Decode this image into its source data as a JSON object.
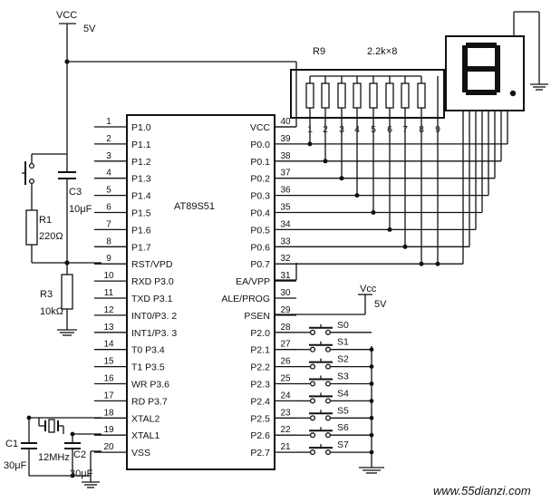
{
  "power": {
    "vcc_label": "VCC",
    "vcc_voltage": "5V",
    "vcc2_label": "Vcc",
    "vcc2_voltage": "5V"
  },
  "chip": {
    "name": "AT89S51",
    "left_pins": [
      {
        "num": "1",
        "name": "P1.0"
      },
      {
        "num": "2",
        "name": "P1.1"
      },
      {
        "num": "3",
        "name": "P1.2"
      },
      {
        "num": "4",
        "name": "P1.3"
      },
      {
        "num": "5",
        "name": "P1.4"
      },
      {
        "num": "6",
        "name": "P1.5"
      },
      {
        "num": "7",
        "name": "P1.6"
      },
      {
        "num": "8",
        "name": "P1.7"
      },
      {
        "num": "9",
        "name": "RST/VPD"
      },
      {
        "num": "10",
        "name": "RXD P3.0"
      },
      {
        "num": "11",
        "name": "TXD P3.1"
      },
      {
        "num": "12",
        "name": "INT0/P3. 2"
      },
      {
        "num": "13",
        "name": "INT1/P3. 3"
      },
      {
        "num": "14",
        "name": "T0 P3.4"
      },
      {
        "num": "15",
        "name": "T1 P3.5"
      },
      {
        "num": "16",
        "name": "WR P3.6"
      },
      {
        "num": "17",
        "name": "RD P3.7"
      },
      {
        "num": "18",
        "name": "XTAL2"
      },
      {
        "num": "19",
        "name": "XTAL1"
      },
      {
        "num": "20",
        "name": "VSS"
      }
    ],
    "right_pins": [
      {
        "num": "40",
        "name": "VCC"
      },
      {
        "num": "39",
        "name": "P0.0"
      },
      {
        "num": "38",
        "name": "P0.1"
      },
      {
        "num": "37",
        "name": "P0.2"
      },
      {
        "num": "36",
        "name": "P0.3"
      },
      {
        "num": "35",
        "name": "P0.4"
      },
      {
        "num": "34",
        "name": "P0.5"
      },
      {
        "num": "33",
        "name": "P0.6"
      },
      {
        "num": "32",
        "name": "P0.7"
      },
      {
        "num": "31",
        "name": "EA/VPP"
      },
      {
        "num": "30",
        "name": "ALE/PROG"
      },
      {
        "num": "29",
        "name": "PSEN"
      },
      {
        "num": "28",
        "name": "P2.0"
      },
      {
        "num": "27",
        "name": "P2.1"
      },
      {
        "num": "26",
        "name": "P2.2"
      },
      {
        "num": "25",
        "name": "P2.3"
      },
      {
        "num": "24",
        "name": "P2.4"
      },
      {
        "num": "23",
        "name": "P2.5"
      },
      {
        "num": "22",
        "name": "P2.6"
      },
      {
        "num": "21",
        "name": "P2.7"
      }
    ]
  },
  "resistor_array": {
    "name": "R9",
    "value": "2.2k×8",
    "pins": [
      "1",
      "2",
      "3",
      "4",
      "5",
      "6",
      "7",
      "8",
      "9"
    ]
  },
  "components": {
    "c3_name": "C3",
    "c3_value": "10μF",
    "r1_name": "R1",
    "r1_value": "220Ω",
    "r3_name": "R3",
    "r3_value": "10kΩ",
    "c1_name": "C1",
    "c1_value": "30μF",
    "c2_name": "C2",
    "c2_value": "30μF",
    "crystal_value": "12MHz"
  },
  "switches": [
    "S0",
    "S1",
    "S2",
    "S3",
    "S4",
    "S5",
    "S6",
    "S7"
  ],
  "watermark": "www.55dianzi.com"
}
